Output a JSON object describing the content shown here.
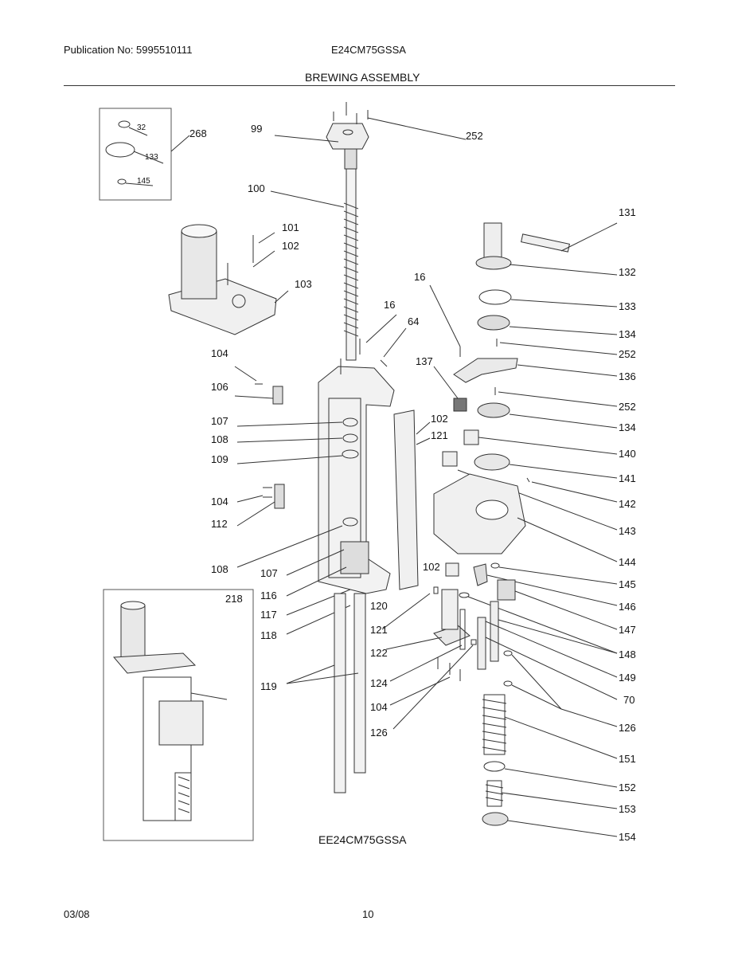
{
  "header": {
    "publication": "Publication No: 5995510111",
    "model": "E24CM75GSSA",
    "title": "BREWING ASSEMBLY"
  },
  "callouts": {
    "c32": "32",
    "c133a": "133",
    "c145a": "145",
    "c268": "268",
    "c99": "99",
    "c252a": "252",
    "c100": "100",
    "c101": "101",
    "c102a": "102",
    "c103": "103",
    "c16a": "16",
    "c64": "64",
    "c104a": "104",
    "c106": "106",
    "c107a": "107",
    "c108a": "108",
    "c109": "109",
    "c104b": "104",
    "c112": "112",
    "c108b": "108",
    "c107b": "107",
    "c116": "116",
    "c117": "117",
    "c118": "118",
    "c119": "119",
    "c218": "218",
    "c131": "131",
    "c132": "132",
    "c133b": "133",
    "c134a": "134",
    "c252b": "252",
    "c136": "136",
    "c16b": "16",
    "c137": "137",
    "c252c": "252",
    "c134b": "134",
    "c102b": "102",
    "c121a": "121",
    "c140": "140",
    "c141": "141",
    "c142": "142",
    "c143": "143",
    "c144": "144",
    "c145b": "145",
    "c146": "146",
    "c147": "147",
    "c102c": "102",
    "c120": "120",
    "c121b": "121",
    "c122": "122",
    "c148": "148",
    "c149": "149",
    "c70": "70",
    "c124": "124",
    "c104c": "104",
    "c126a": "126",
    "c126b": "126",
    "c151": "151",
    "c152": "152",
    "c153": "153",
    "c154": "154"
  },
  "model_caption": "EE24CM75GSSA",
  "footer": {
    "date": "03/08",
    "page": "10"
  }
}
